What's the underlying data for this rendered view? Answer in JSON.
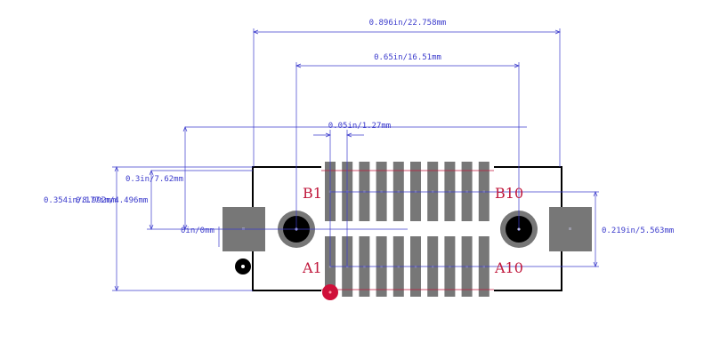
{
  "dimensions": {
    "overall_width": "0.896in/22.758mm",
    "mount_hole_spacing": "0.65in/16.51mm",
    "pin_pitch": "0.05in/1.27mm",
    "pad_row_offset": "0.3in/7.62mm",
    "origin": "0in/0mm",
    "outline_height": "0.354in/8.992mm",
    "pad_height": "0.177in/4.496mm",
    "side_pad_spacing": "0.219in/5.563mm"
  },
  "pin_labels": {
    "b1": "B1",
    "b10": "B10",
    "a1": "A1",
    "a10": "A10"
  },
  "colors": {
    "pad": "#777777",
    "outline": "#000000",
    "dimension": "#3b3bcc",
    "pin_label": "#c0183c",
    "pin1_marker": "#d0103a"
  }
}
